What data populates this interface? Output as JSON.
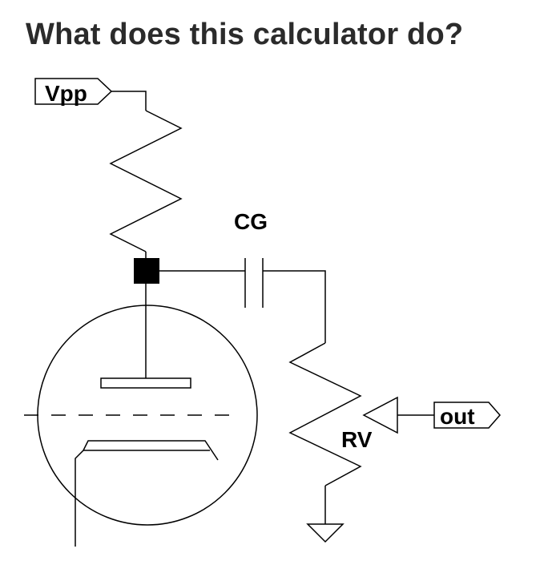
{
  "heading": "What does this calculator do?",
  "diagram": {
    "supply_label": "Vpp",
    "capacitor_label": "CG",
    "potentiometer_label": "RV",
    "output_label": "out",
    "colors": {
      "ink": "#000000",
      "heading": "#2b2b2b",
      "background": "#ffffff"
    }
  }
}
